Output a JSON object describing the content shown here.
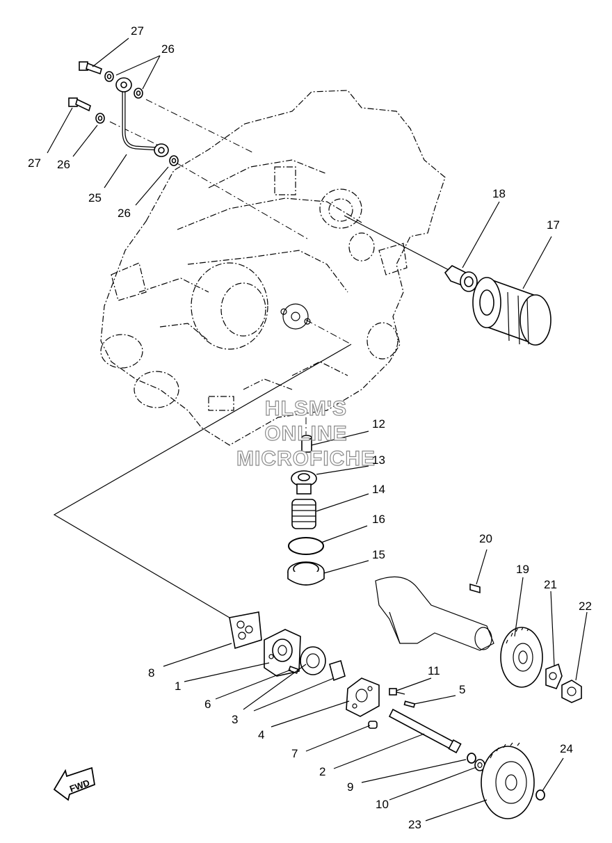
{
  "watermark": {
    "line1": "HLSM'S",
    "line2": "ONLINE",
    "line3": "MICROFICHE"
  },
  "fwd_label": "FWD",
  "callouts": {
    "c1": "1",
    "c2": "2",
    "c3": "3",
    "c4": "4",
    "c5": "5",
    "c6": "6",
    "c7": "7",
    "c8": "8",
    "c9": "9",
    "c10": "10",
    "c11": "11",
    "c12": "12",
    "c13": "13",
    "c14": "14",
    "c15": "15",
    "c16": "16",
    "c17": "17",
    "c18": "18",
    "c19": "19",
    "c20": "20",
    "c21": "21",
    "c22": "22",
    "c23": "23",
    "c24": "24",
    "c25": "25",
    "c26a": "26",
    "c26b": "26",
    "c26c": "26",
    "c27a": "27",
    "c27b": "27"
  }
}
